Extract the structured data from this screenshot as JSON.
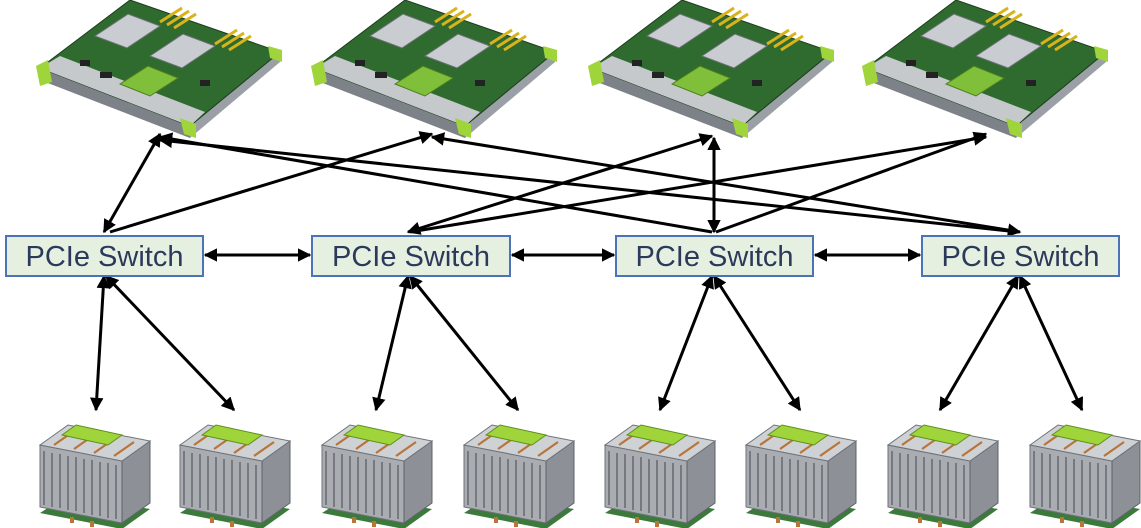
{
  "colors": {
    "switch_fill": "#e6f0e1",
    "switch_stroke": "#4b73b5",
    "switch_text": "#2b3a5a",
    "board_pcb": "#2f6a2f",
    "board_trim": "#9fd43a",
    "heatsink_metal": "#b9bcc0",
    "arrow": "#000000"
  },
  "switches": [
    {
      "label": "PCIe Switch"
    },
    {
      "label": "PCIe Switch"
    },
    {
      "label": "PCIe Switch"
    },
    {
      "label": "PCIe Switch"
    }
  ],
  "server_boards": [
    {
      "icon": "server-motherboard-icon"
    },
    {
      "icon": "server-motherboard-icon"
    },
    {
      "icon": "server-motherboard-icon"
    },
    {
      "icon": "server-motherboard-icon"
    }
  ],
  "gpu_modules": [
    {
      "icon": "gpu-heatsink-module-icon"
    },
    {
      "icon": "gpu-heatsink-module-icon"
    },
    {
      "icon": "gpu-heatsink-module-icon"
    },
    {
      "icon": "gpu-heatsink-module-icon"
    },
    {
      "icon": "gpu-heatsink-module-icon"
    },
    {
      "icon": "gpu-heatsink-module-icon"
    },
    {
      "icon": "gpu-heatsink-module-icon"
    },
    {
      "icon": "gpu-heatsink-module-icon"
    }
  ]
}
